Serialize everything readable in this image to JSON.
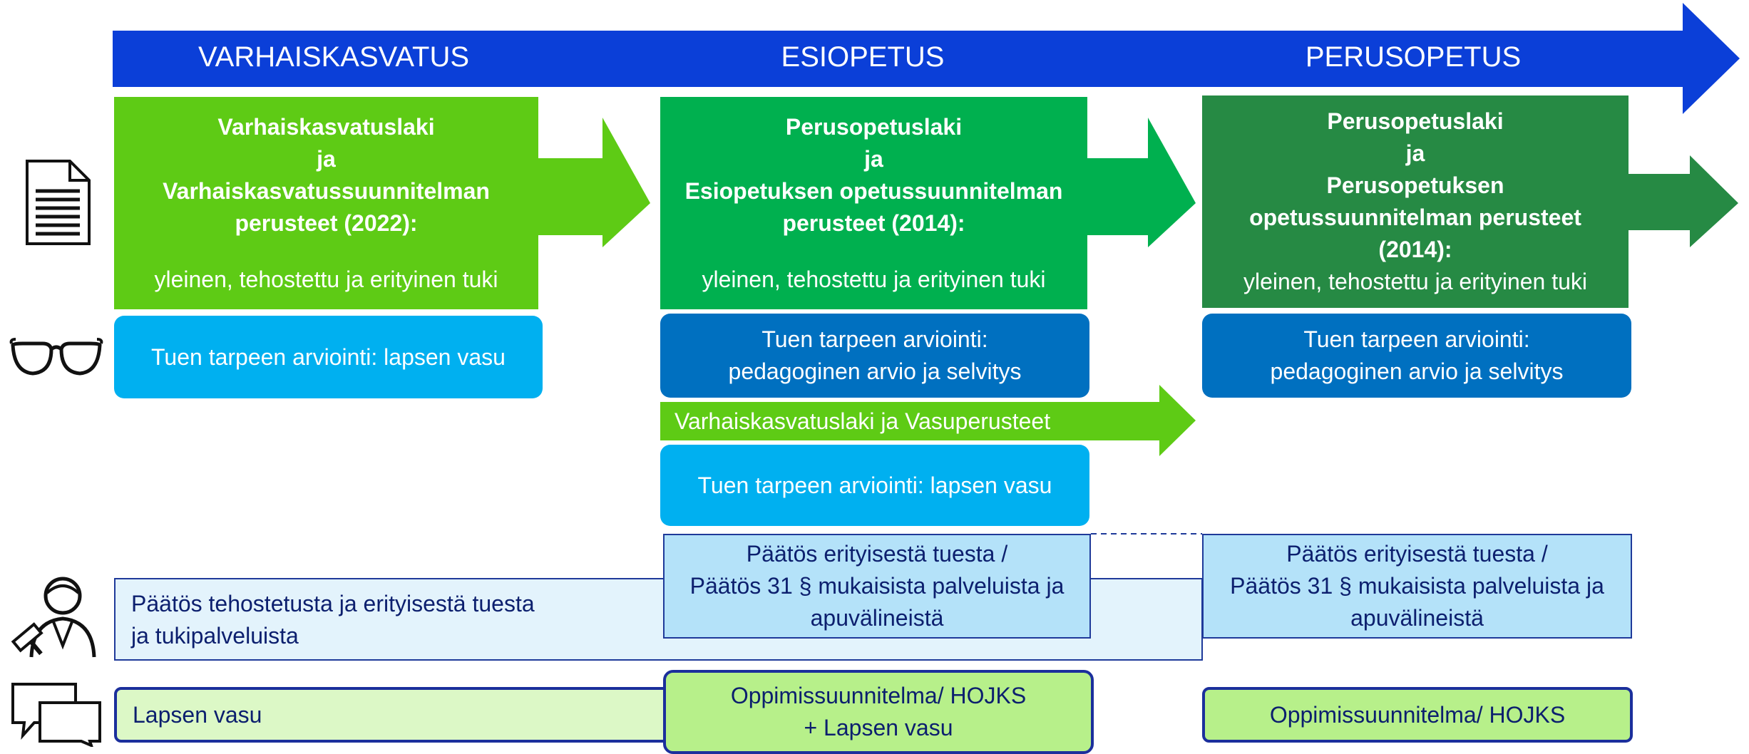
{
  "phases": {
    "early": "VARHAISKASVATUS",
    "pre": "ESIOPETUS",
    "basic": "PERUSOPETUS"
  },
  "laws": {
    "early": {
      "line1": "Varhaiskasvatuslaki",
      "line2": "ja",
      "line3": "Varhaiskasvatussuunnitelman",
      "line4": "perusteet (2022):",
      "support": "yleinen, tehostettu ja erityinen tuki"
    },
    "pre": {
      "line1": "Perusopetuslaki",
      "line2": "ja",
      "line3": "Esiopetuksen opetussuunnitelman",
      "line4": "perusteet (2014):",
      "support": "yleinen, tehostettu ja erityinen tuki"
    },
    "basic": {
      "line1": "Perusopetuslaki",
      "line2": "ja",
      "line3": "Perusopetuksen",
      "line4": "opetussuunnitelman perusteet",
      "line5": "(2014):",
      "support": "yleinen, tehostettu ja erityinen tuki"
    }
  },
  "assessment": {
    "early": "Tuen tarpeen arviointi: lapsen vasu",
    "pre_line1": "Tuen tarpeen arviointi:",
    "pre_line2": "pedagoginen arvio ja selvitys",
    "basic_line1": "Tuen tarpeen arviointi:",
    "basic_line2": "pedagoginen arvio ja selvitys",
    "pre_vasu": "Tuen tarpeen arviointi: lapsen vasu"
  },
  "vasu_law_strip": "Varhaiskasvatuslaki ja Vasuperusteet",
  "decisions": {
    "early_line1": "Päätös tehostetusta ja erityisestä tuesta",
    "early_line2": "ja tukipalveluista",
    "pre_line1": "Päätös erityisestä tuesta /",
    "pre_line2": "Päätös 31 § mukaisista palveluista ja",
    "pre_line3": "apuvälineistä",
    "basic_line1": "Päätös erityisestä tuesta /",
    "basic_line2": "Päätös 31 § mukaisista palveluista ja",
    "basic_line3": "apuvälineistä"
  },
  "plans": {
    "early": "Lapsen vasu",
    "pre_line1": "Oppimissuunnitelma/ HOJKS",
    "pre_line2": "+ Lapsen vasu",
    "basic": "Oppimissuunnitelma/ HOJKS"
  },
  "icons": {
    "document": "document-icon",
    "glasses": "glasses-icon",
    "judge": "judge-gavel-icon",
    "chat": "chat-bubbles-icon"
  },
  "colors": {
    "timeline": "#0b3fd8",
    "law_early": "#5ecb15",
    "law_pre": "#00b04f",
    "law_basic": "#268a44",
    "assess_light": "#00b0f0",
    "assess_dark": "#0070c0",
    "decision_fill": "#b4e2f9",
    "decision_border": "#1f3a9a",
    "plan_fill": "#b7f08a",
    "plan_border": "#1b2f9c"
  }
}
